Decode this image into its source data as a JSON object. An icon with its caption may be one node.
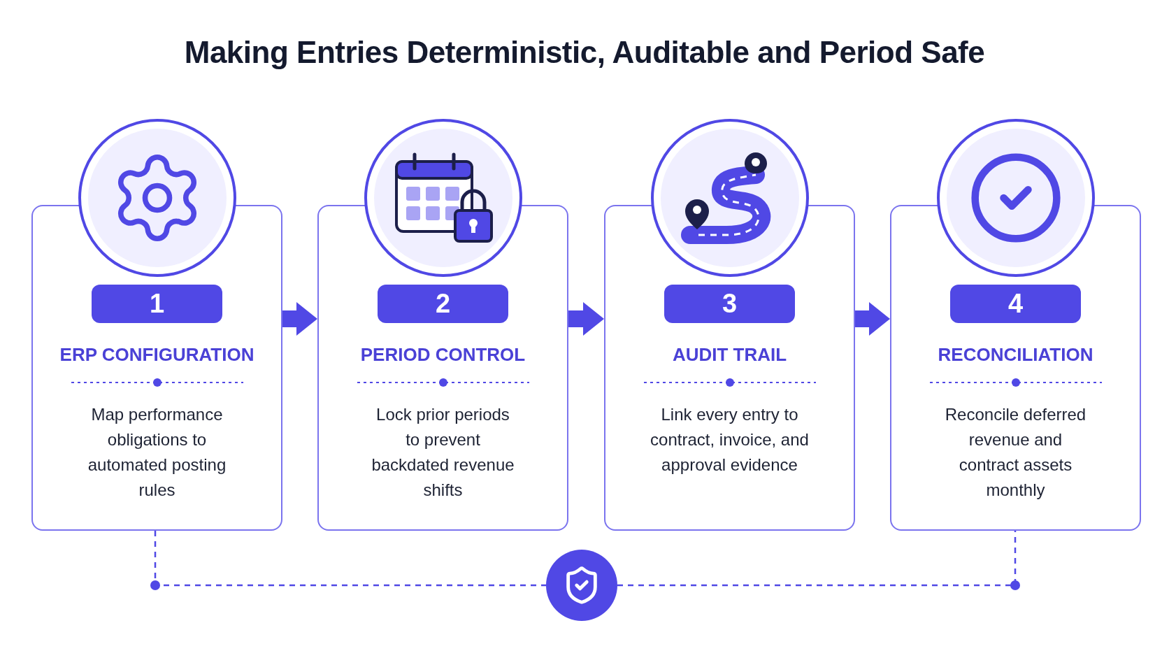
{
  "diagram": {
    "title": "Making Entries Deterministic, Auditable and Period Safe",
    "nodes": [
      {
        "text": [
          "ERP CONFIGURATION",
          "Map performance obligations to automated posting rules"
        ]
      },
      {
        "text": [
          "1"
        ],
        "in": 0
      },
      {
        "text": [
          "PERIOD CONTROL",
          "Lock prior periods to prevent backdated revenue shifts"
        ]
      },
      {
        "text": [
          "2"
        ],
        "in": 2
      },
      {
        "text": [
          "AUDIT TRAIL",
          "Link every entry to contract, invoice, and approval evidence"
        ]
      },
      {
        "text": [
          "3"
        ],
        "in": 4
      },
      {
        "text": [
          "RECONCILIATION",
          "Reconcile deferred revenue and contract assets monthly"
        ]
      },
      {
        "text": [
          "4"
        ],
        "in": 6
      },
      {
        "text": [],
        "shape": "circle"
      }
    ],
    "edges": [
      {
        "from": 0,
        "to": 2,
        "arrow": "to",
        "style": "thick"
      },
      {
        "from": 2,
        "to": 4,
        "arrow": "to",
        "style": "thick"
      },
      {
        "from": 4,
        "to": 6,
        "arrow": "to",
        "style": "thick"
      },
      {
        "from": 0,
        "to": 8,
        "arrow": "none",
        "style": "dashed"
      },
      {
        "from": 8,
        "to": 6,
        "arrow": "none",
        "style": "dashed"
      }
    ]
  }
}
